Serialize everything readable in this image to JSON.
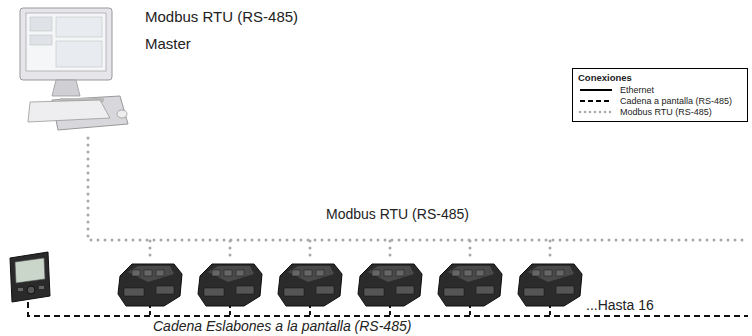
{
  "diagram": {
    "caption": "Cadena Eslabones a la pantalla (RS-485)",
    "nodes": [
      {
        "text": [
          "Modbus RTU (RS-485)",
          "Master"
        ]
      }
    ],
    "labels": [
      "Modbus RTU (RS-485)",
      "...Hasta 16",
      "Conexiones"
    ],
    "legend": [
      {
        "text": "Ethernet"
      },
      {
        "text": "Cadena a pantalla (RS-485)"
      },
      {
        "text": "Modbus RTU (RS-485)"
      }
    ]
  }
}
